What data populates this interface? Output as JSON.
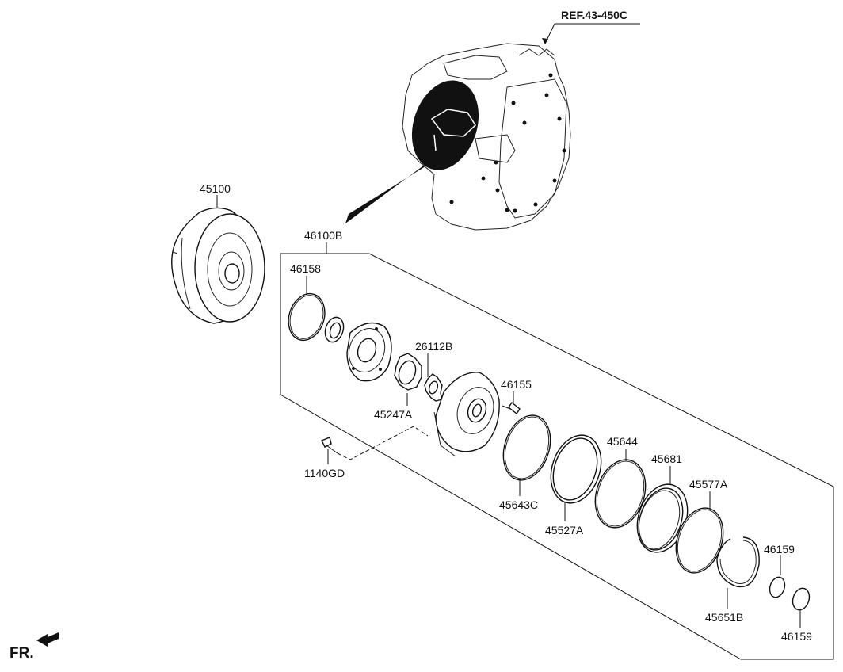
{
  "reference_label": "REF.43-450C",
  "front_indicator": "FR.",
  "parts": {
    "torque_converter": "45100",
    "oil_pump_assembly": "46100B",
    "o_ring_large": "46158",
    "drive_gear": "26112B",
    "driven_gear": "45247A",
    "bolt_small": "46155",
    "bolt_mount": "1140GD",
    "seal_ring_c": "45643C",
    "ring_527a": "45527A",
    "ring_644": "45644",
    "ring_681": "45681",
    "ring_577a": "45577A",
    "snap_ring": "45651B",
    "o_ring_small_a": "46159",
    "o_ring_small_b": "46159"
  },
  "colors": {
    "ink": "#111111",
    "background": "#ffffff"
  }
}
